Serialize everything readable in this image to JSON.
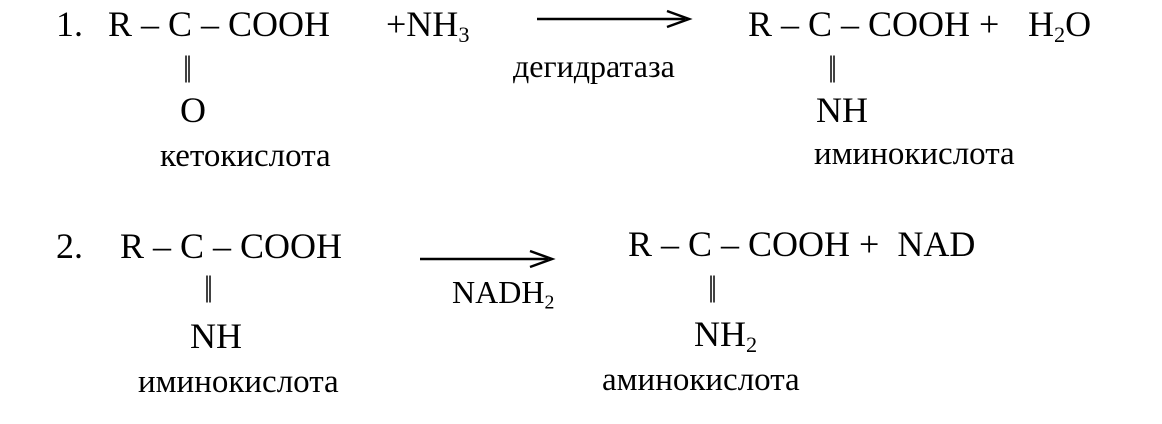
{
  "reaction_1": {
    "number": "1.",
    "reactant": "R – C – COOH",
    "reagent_prefix": "+NH",
    "reagent_sub": "3",
    "bond_glyph": "||",
    "reactant_substituent": "O",
    "reactant_name": "кетокислота",
    "enzyme": "дегидратаза",
    "product": "R – C – COOH +",
    "byproduct_prefix": "H",
    "byproduct_sub": "2",
    "byproduct_suffix": "O",
    "product_substituent": "NH",
    "product_name": "иминокислота"
  },
  "reaction_2": {
    "number": "2.",
    "reactant": "R – C – COOH",
    "bond_glyph": "||",
    "reactant_substituent": "NH",
    "reactant_name": "иминокислота",
    "cofactor_prefix": "NADH",
    "cofactor_sub": "2",
    "product": "R – C – COOH +  NAD",
    "product_substituent_prefix": "NH",
    "product_substituent_sub": "2",
    "product_name": "аминокислота"
  }
}
